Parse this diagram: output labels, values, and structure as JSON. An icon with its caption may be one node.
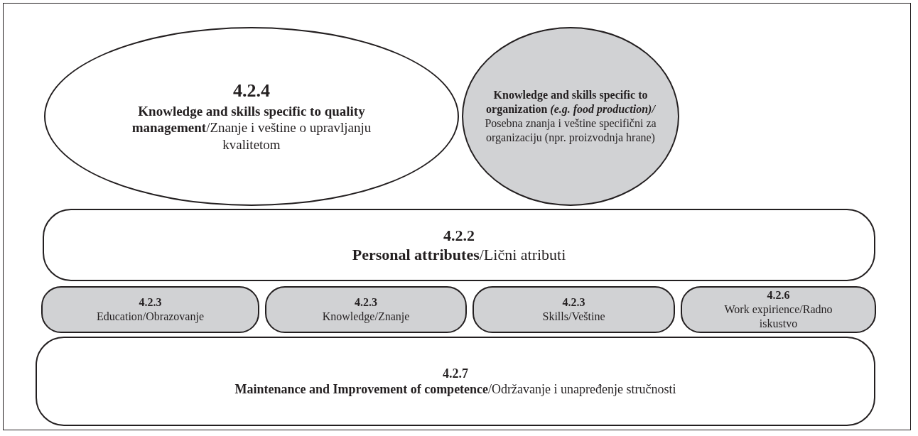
{
  "diagram": {
    "nodes": [
      {
        "text": [
          "4.2.4",
          "**Knowledge and skills specific to quality management**/Znanje i veštine o upravljanju kvalitetom"
        ]
      },
      {
        "text": [
          "Knowledge and skills specific to organization *(e.g. food production)/*",
          "Posebna znanja i veštine specifični za organizaciju (npr. proizvodnja hrane)"
        ]
      },
      {
        "text": [
          "4.2.2",
          "**Personal attributes**/Lični atributi"
        ]
      },
      {
        "text": [
          "4.2.3",
          "Education/Obrazovanje"
        ]
      },
      {
        "text": [
          "4.2.3",
          "Knowledge/Znanje"
        ]
      },
      {
        "text": [
          "4.2.3",
          "Skills/Veštine"
        ]
      },
      {
        "text": [
          "4.2.6",
          "Work expirience/Radno iskustvo"
        ]
      },
      {
        "text": [
          "4.2.7",
          "**Maintenance and Improvement of competence**/Održavanje i unapređenje stručnosti"
        ]
      }
    ]
  }
}
